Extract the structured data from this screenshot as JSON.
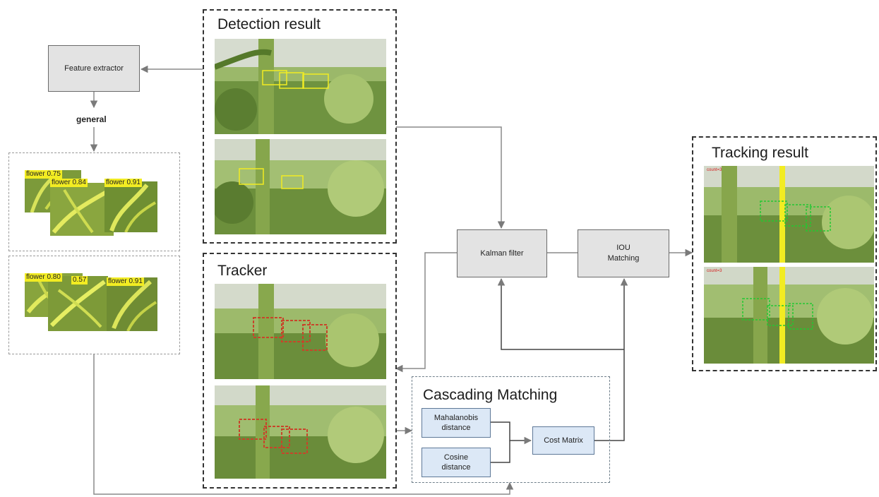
{
  "panels": {
    "detection_title": "Detection result",
    "tracker_title": "Tracker",
    "tracking_title": "Tracking result",
    "cascading_title": "Cascading Matching"
  },
  "boxes": {
    "feature_extractor": "Feature extractor",
    "kalman_filter": "Kalman filter",
    "iou_line1": "IOU",
    "iou_line2": "Matching",
    "mahalanobis_line1": "Mahalanobis",
    "mahalanobis_line2": "distance",
    "cosine_line1": "Cosine",
    "cosine_line2": "distance",
    "cost_matrix": "Cost Matrix"
  },
  "labels": {
    "general": "general"
  },
  "crops_top": [
    "flower 0.75",
    "flower 0.84",
    "flower 0.91"
  ],
  "crops_bottom": [
    "flower 0.80",
    "0.57",
    "flower 0.91"
  ],
  "colors": {
    "detection_box": "#f2ec22",
    "tracker_box": "#c8442a",
    "tracking_box": "#22c832",
    "count_line": "#f2ec22"
  }
}
